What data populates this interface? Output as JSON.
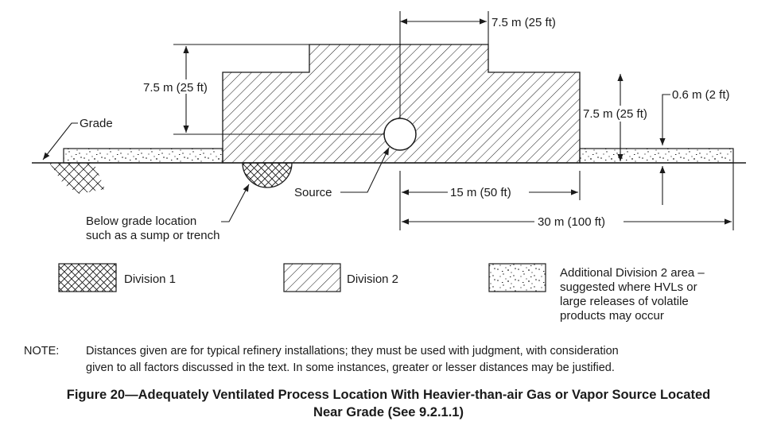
{
  "labels": {
    "top_width": "7.5 m (25 ft)",
    "left_height": "7.5 m (25 ft)",
    "right_height": "7.5 m (25 ft)",
    "small_height": "0.6 m (2 ft)",
    "grade": "Grade",
    "source": "Source",
    "below_grade_line1": "Below grade location",
    "below_grade_line2": "such as a sump or trench",
    "dist_15": "15 m (50 ft)",
    "dist_30": "30 m (100 ft)"
  },
  "legend": {
    "division1": "Division 1",
    "division2": "Division 2",
    "additional_line1": "Additional Division 2 area –",
    "additional_line2": "suggested where HVLs or",
    "additional_line3": "large releases of volatile",
    "additional_line4": "products may occur"
  },
  "note": {
    "label": "NOTE:",
    "text_line1": "Distances given are for typical refinery installations; they must be used with judgment, with consideration",
    "text_line2": "given to all factors discussed in the text. In some instances, greater or lesser distances may be justified."
  },
  "caption": {
    "line1": "Figure  20—Adequately Ventilated Process Location With Heavier-than-air Gas or Vapor Source Located",
    "line2": "Near Grade (See 9.2.1.1)"
  },
  "colors": {
    "ink": "#1a1a1a",
    "background": "#ffffff"
  }
}
